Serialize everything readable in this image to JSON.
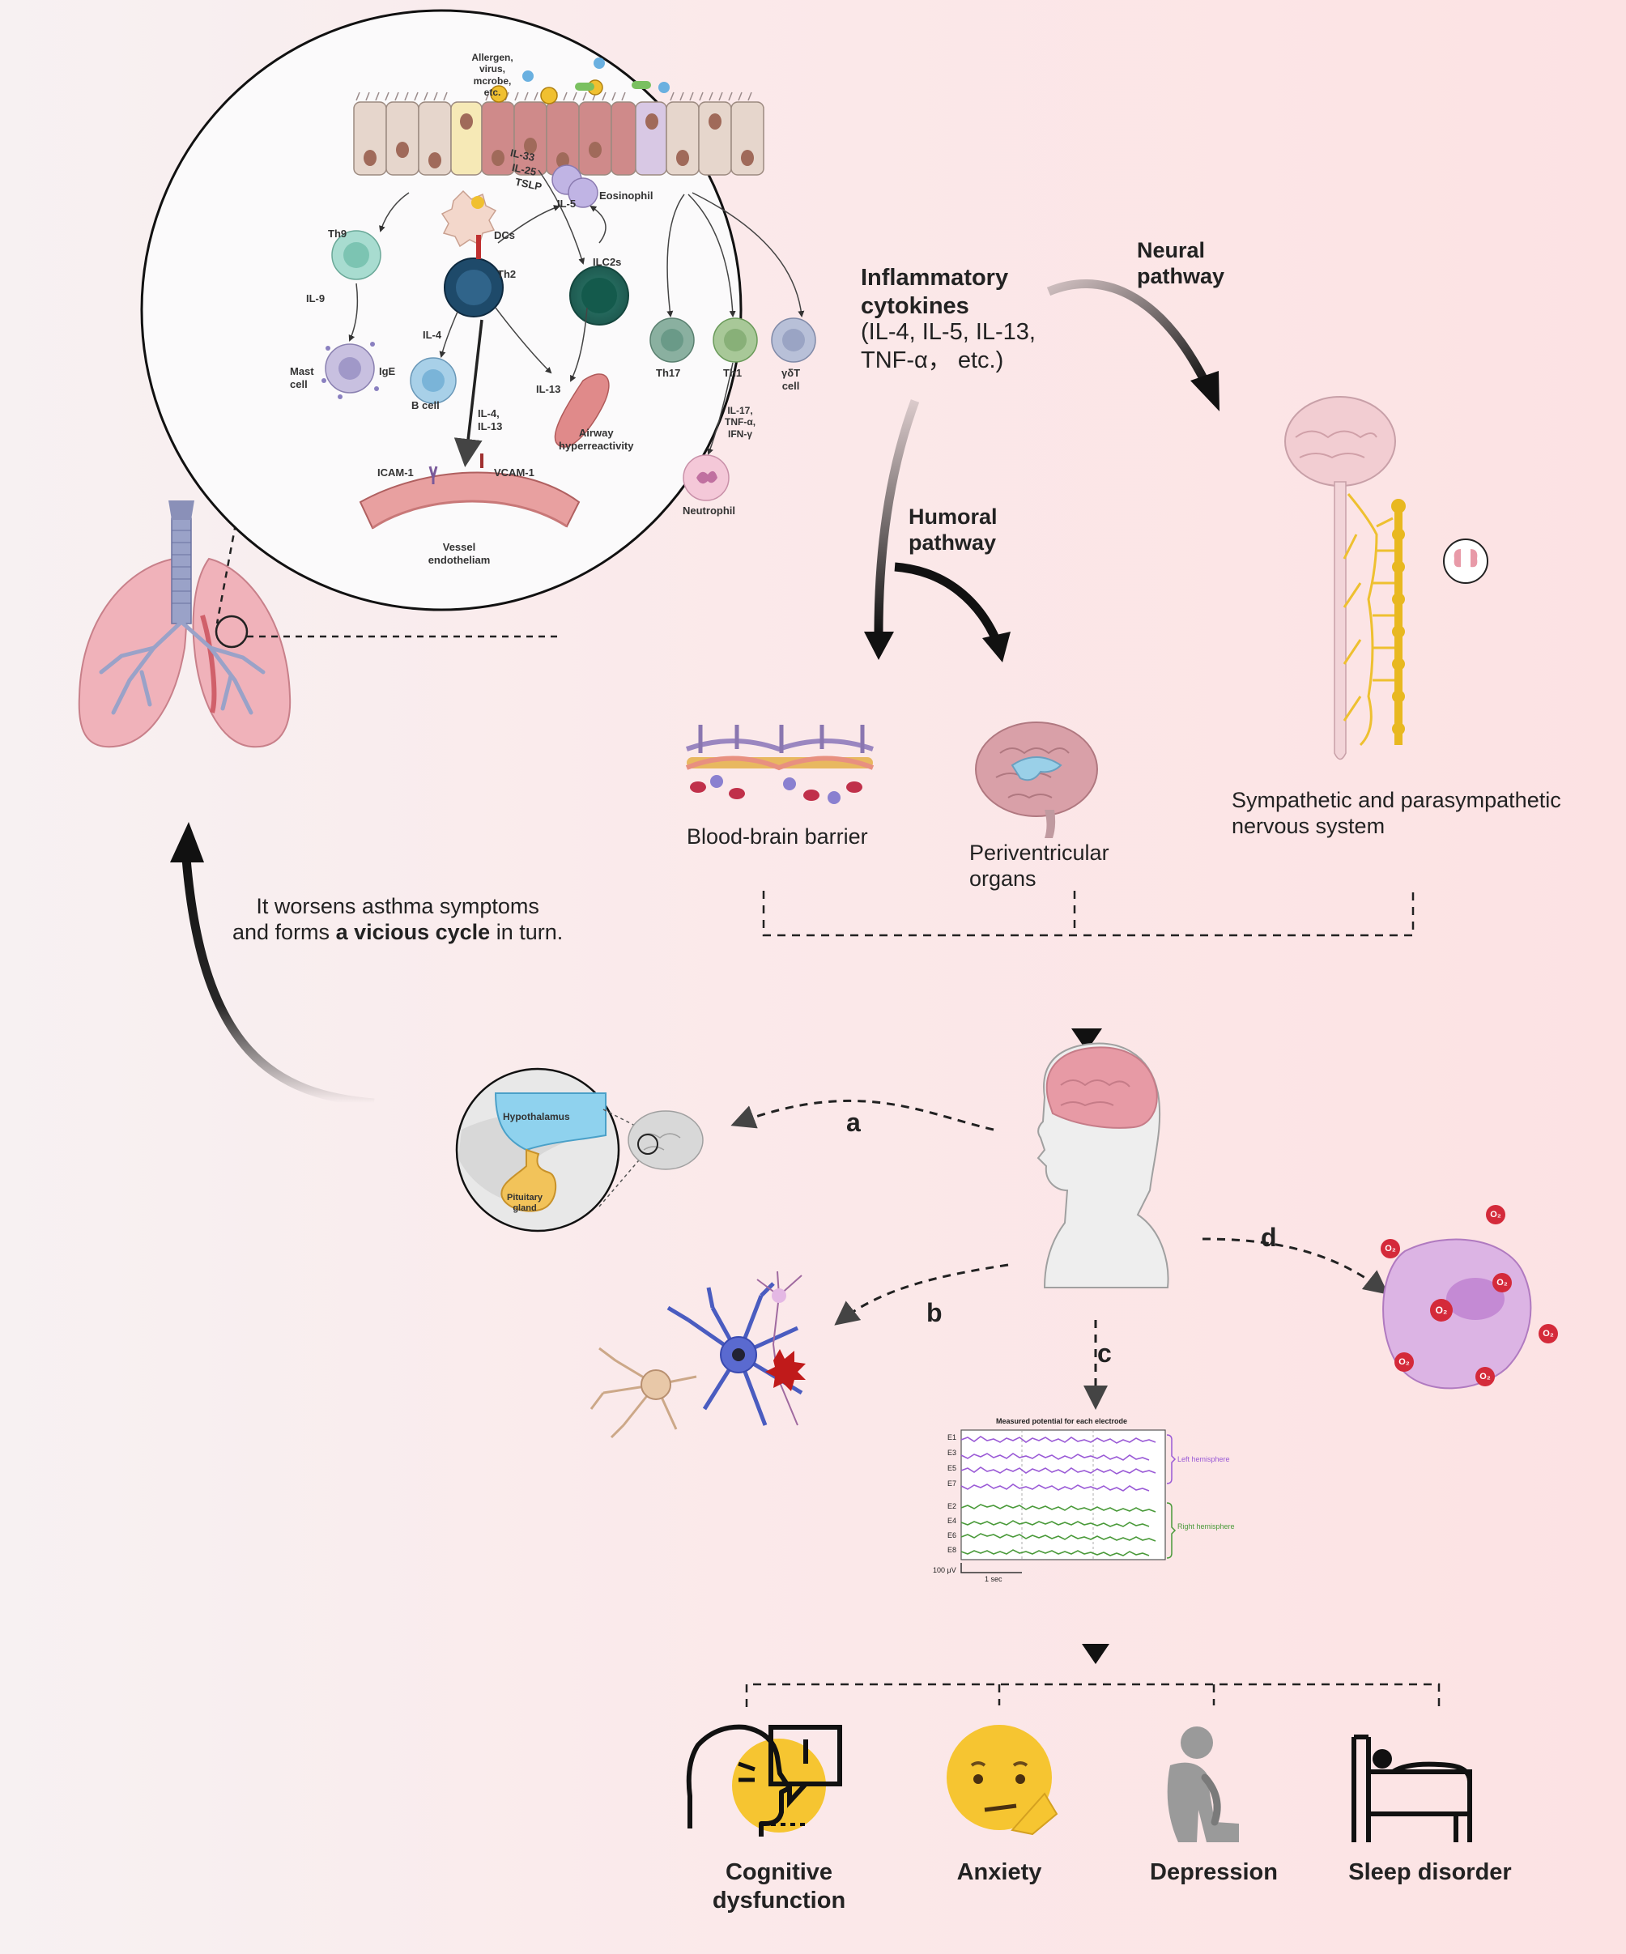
{
  "inflammation": {
    "allergen": [
      "Allergen,",
      "virus,",
      "mcrobe, etc."
    ],
    "cytokines_il33": "IL-33",
    "cytokines_il25": "IL-25",
    "cytokines_tslp": "TSLP",
    "il5": "IL-5",
    "eosinophil": "Eosinophil",
    "dcs": "DCs",
    "th9": "Th9",
    "il9": "IL-9",
    "th2": "Th2",
    "ilc2s": "ILC2s",
    "il4": "IL-4",
    "mast_cell": [
      "Mast",
      "cell"
    ],
    "ige": "IgE",
    "b_cell": "B  cell",
    "il4_il13": [
      "IL-4,",
      "IL-13"
    ],
    "il13": "IL-13",
    "airway": [
      "Airway",
      "hyperreactivity"
    ],
    "th17": "Th17",
    "th1": "Th1",
    "gdt": [
      "γδT",
      "cell"
    ],
    "th1_cytokines": [
      "IL-17,",
      "TNF-α,",
      "IFN-γ"
    ],
    "neutrophil": "Neutrophil",
    "icam": "ICAM-1",
    "vcam": "VCAM-1",
    "vessel": [
      "Vessel",
      "endotheliam"
    ]
  },
  "pathways": {
    "inflammatory_title": [
      "Inflammatory",
      "cytokines"
    ],
    "inflammatory_list": [
      "(IL-4, IL-5, IL-13,",
      "TNF-α， etc.)"
    ],
    "neural": [
      "Neural",
      "pathway"
    ],
    "humoral": [
      "Humoral",
      "pathway"
    ],
    "bbb": "Blood-brain barrier",
    "periventricular": [
      "Periventricular",
      "organs"
    ],
    "autonomic": [
      "Sympathetic and parasympathetic",
      "nervous system"
    ]
  },
  "cycle": {
    "line1": "It worsens asthma symptoms",
    "line2_pre": "and forms ",
    "line2_bold": "a vicious cycle",
    "line2_post": " in turn."
  },
  "mechanisms": {
    "a": "a",
    "b": "b",
    "c": "c",
    "d": "d",
    "hypothalamus": "Hypothalamus",
    "pituitary": [
      "Pituitary",
      "gland"
    ],
    "o2": "O₂"
  },
  "eeg": {
    "title": "Measured potential for each electrode",
    "left_channels": [
      "E1",
      "E3",
      "E5",
      "E7"
    ],
    "right_channels": [
      "E2",
      "E4",
      "E6",
      "E8"
    ],
    "left_label": "Left hemisphere",
    "right_label": "Right hemisphere",
    "scale_v": "100 μV",
    "scale_t": "1 sec"
  },
  "outcomes": [
    [
      "Cognitive",
      "dysfunction"
    ],
    [
      "Anxiety"
    ],
    [
      "Depression"
    ],
    [
      "Sleep disorder"
    ]
  ],
  "colors": {
    "background_left": "#f7f1f2",
    "background_right": "#fce2e3",
    "lung": "#f0b2ba",
    "trachea": "#9aa2c8",
    "neuron_blue": "#4a5cc0",
    "emoji_yellow": "#f6c531",
    "eeg_left": "#9a5ad6",
    "eeg_right": "#4a9a3a"
  }
}
